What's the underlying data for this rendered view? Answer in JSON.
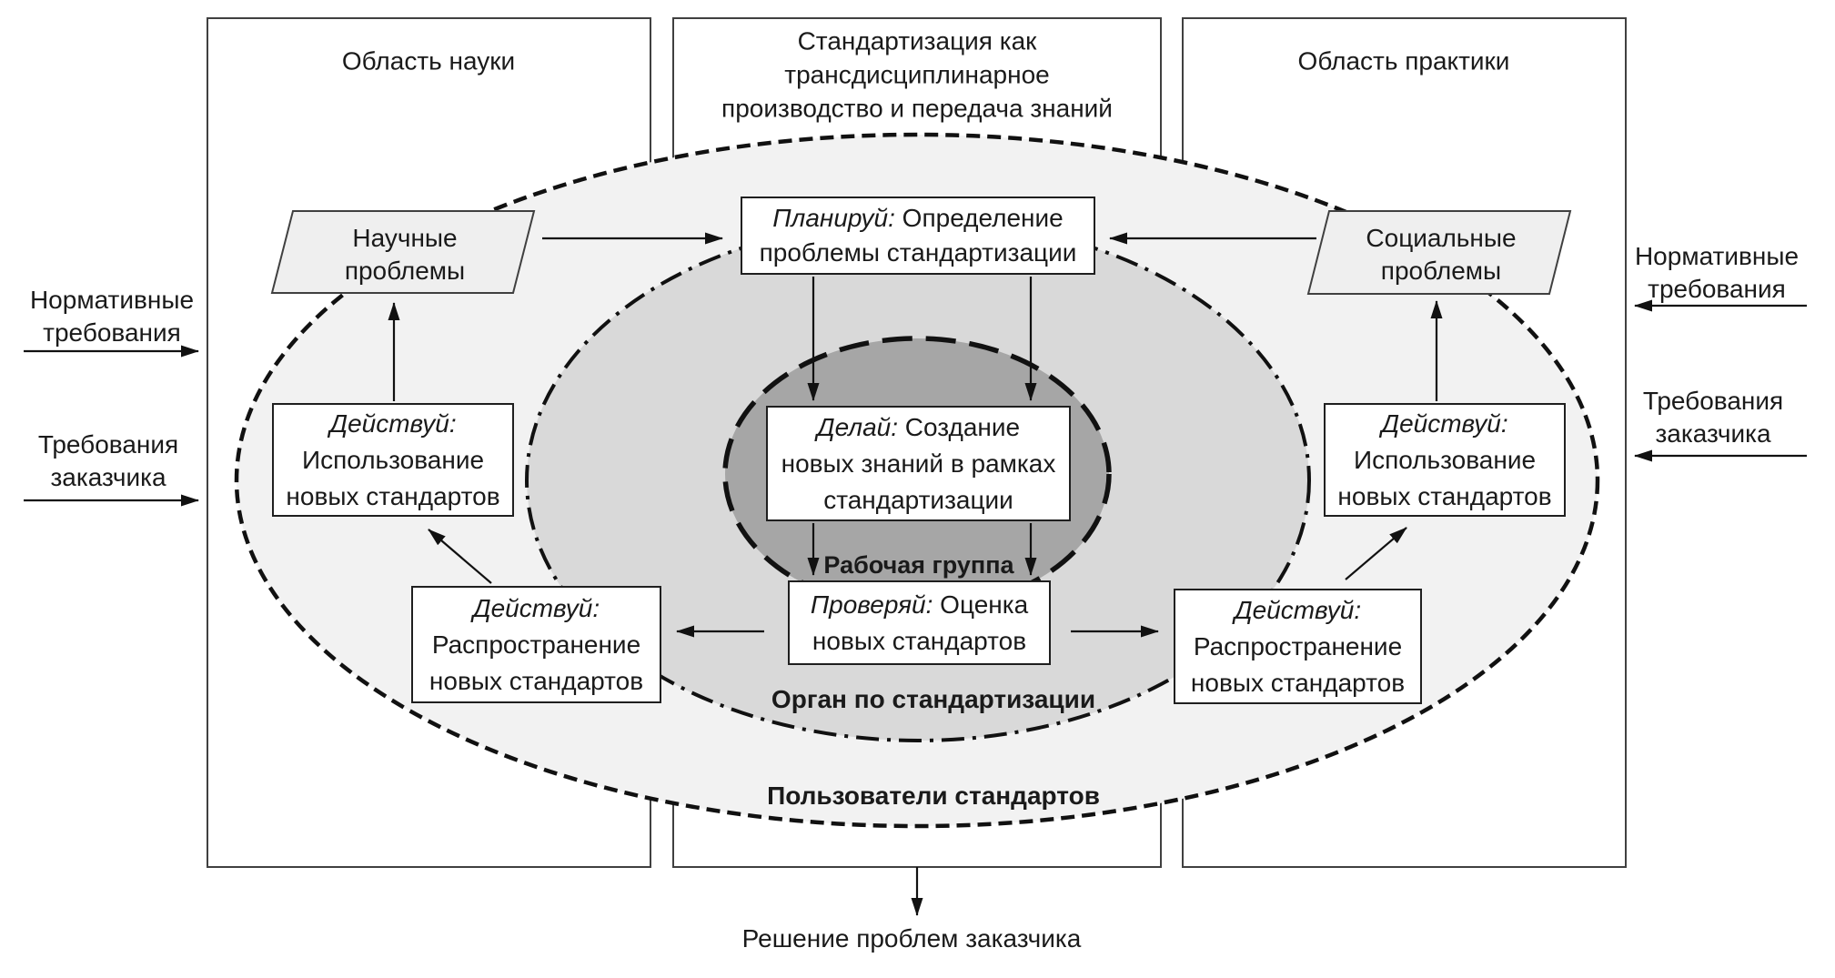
{
  "regions": {
    "science": {
      "label": "Область науки"
    },
    "center": {
      "line1": "Стандартизация как",
      "line2": "трансдисциплинарное",
      "line3": "производство и передача знаний"
    },
    "practice": {
      "label": "Область практики"
    }
  },
  "ellipses": {
    "outer": {
      "label": "Пользователи стандартов",
      "fill": "#F2F2F2"
    },
    "middle": {
      "label": "Орган по стандартизации",
      "fill": "#D9D9D9"
    },
    "inner": {
      "label": "Рабочая группа",
      "fill": "#A6A6A6"
    }
  },
  "side_labels": {
    "left_normative": {
      "line1": "Нормативные",
      "line2": "требования"
    },
    "left_customer": {
      "line1": "Требования",
      "line2": "заказчика"
    },
    "right_normative": {
      "line1": "Нормативные",
      "line2": "требования"
    },
    "right_customer": {
      "line1": "Требования",
      "line2": "заказчика"
    }
  },
  "parallelograms": {
    "science_problems": {
      "line1": "Научные",
      "line2": "проблемы",
      "fill": "#EFEFEF"
    },
    "social_problems": {
      "line1": "Социальные",
      "line2": "проблемы",
      "fill": "#EFEFEF"
    }
  },
  "boxes": {
    "plan": {
      "lines": [
        {
          "italic": "Планируй:",
          "text": " Определение"
        },
        {
          "italic": "",
          "text": "проблемы стандартизации"
        }
      ]
    },
    "do": {
      "lines": [
        {
          "italic": "Делай:",
          "text": " Создание"
        },
        {
          "italic": "",
          "text": "новых знаний в рамках"
        },
        {
          "italic": "",
          "text": "стандартизации"
        }
      ]
    },
    "check": {
      "lines": [
        {
          "italic": "Проверяй:",
          "text": " Оценка"
        },
        {
          "italic": "",
          "text": "новых стандартов"
        }
      ]
    },
    "act_use_left": {
      "lines": [
        {
          "italic": "Действуй:",
          "text": ""
        },
        {
          "italic": "",
          "text": "Использование"
        },
        {
          "italic": "",
          "text": "новых стандартов"
        }
      ]
    },
    "act_use_right": {
      "lines": [
        {
          "italic": "Действуй:",
          "text": ""
        },
        {
          "italic": "",
          "text": "Использование"
        },
        {
          "italic": "",
          "text": "новых стандартов"
        }
      ]
    },
    "act_dist_left": {
      "lines": [
        {
          "italic": "Действуй:",
          "text": ""
        },
        {
          "italic": "",
          "text": "Распространение"
        },
        {
          "italic": "",
          "text": "новых стандартов"
        }
      ]
    },
    "act_dist_right": {
      "lines": [
        {
          "italic": "Действуй:",
          "text": ""
        },
        {
          "italic": "",
          "text": "Распространение"
        },
        {
          "italic": "",
          "text": "новых стандартов"
        }
      ]
    }
  },
  "bottom": {
    "label": "Решение проблем заказчика"
  },
  "colors": {
    "line": "#111111",
    "rect_border": "#404040",
    "text": "#1a1a1a"
  }
}
